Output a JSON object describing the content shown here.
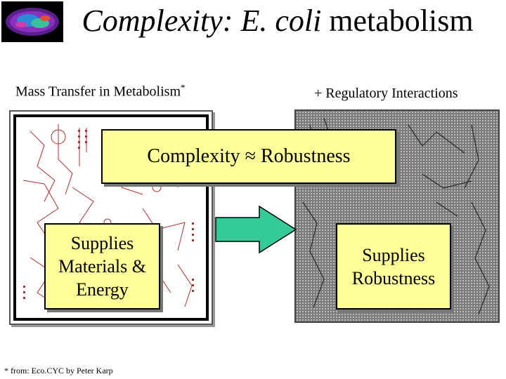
{
  "title": {
    "prefix": "Complexity: ",
    "italic": "E. coli",
    "suffix": " metabolism"
  },
  "subtitle_left": {
    "text": "Mass Transfer in Metabolism",
    "mark": "*"
  },
  "subtitle_right": "+ Regulatory Interactions",
  "center_box": "Complexity ≈ Robustness",
  "left_box": "Supplies\nMaterials &\nEnergy",
  "right_box": "Supplies\nRobustness",
  "footnote": "* from: Eco.CYC by Peter Karp",
  "colors": {
    "box_fill": "#ffff99",
    "arrow_fill": "#33cc99",
    "network": "#b03030"
  }
}
